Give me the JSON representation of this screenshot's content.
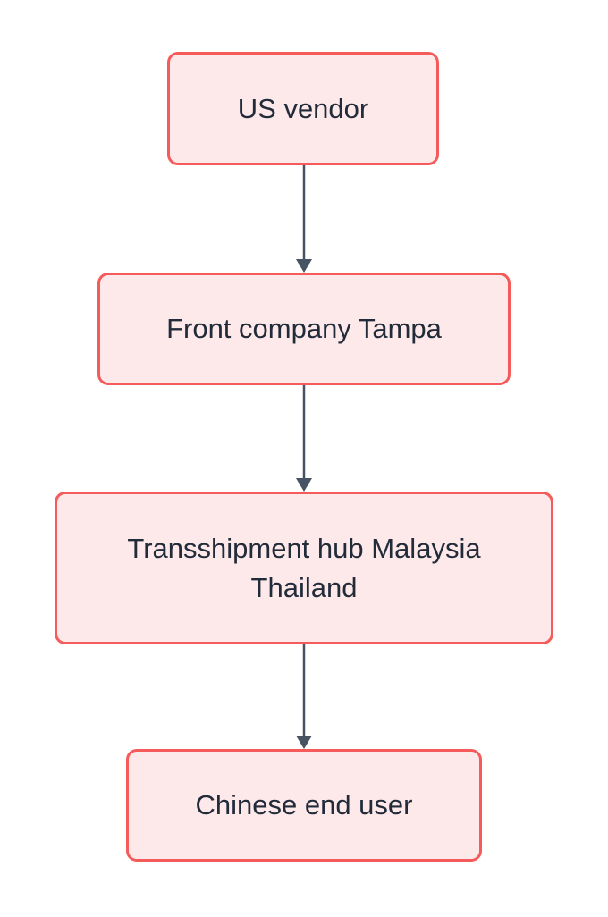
{
  "diagram": {
    "type": "flowchart",
    "direction": "top-down",
    "nodes": [
      {
        "id": "us-vendor",
        "label": "US vendor"
      },
      {
        "id": "front-company-tampa",
        "label": "Front company Tampa"
      },
      {
        "id": "transshipment-hub-malaysia-thailand",
        "label": "Transshipment hub Malaysia Thailand"
      },
      {
        "id": "chinese-end-user",
        "label": "Chinese end user"
      }
    ],
    "edges": [
      {
        "from": "us-vendor",
        "to": "front-company-tampa"
      },
      {
        "from": "front-company-tampa",
        "to": "transshipment-hub-malaysia-thailand"
      },
      {
        "from": "transshipment-hub-malaysia-thailand",
        "to": "chinese-end-user"
      }
    ],
    "colors": {
      "node_fill": "#FDE9E9",
      "node_border": "#F65B5B",
      "node_text": "#222B3A",
      "arrow": "#475362",
      "background": "#FFFFFF"
    }
  }
}
